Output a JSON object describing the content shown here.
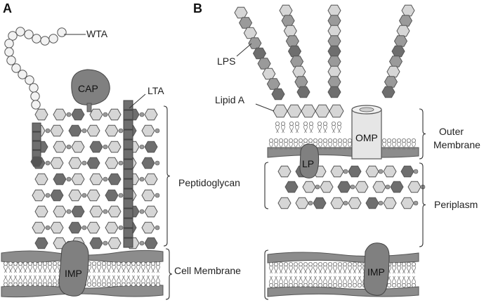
{
  "panels": {
    "a": "A",
    "b": "B"
  },
  "labels": {
    "wta": "WTA",
    "cap": "CAP",
    "lta": "LTA",
    "peptidoglycan": "Peptidoglycan",
    "cell_membrane": "Cell Membrane",
    "imp": "IMP",
    "lps": "LPS",
    "lipid_a": "Lipid A",
    "omp": "OMP",
    "lp": "LP",
    "outer_membrane_1": "Outer",
    "outer_membrane_2": "Membrane",
    "periplasm": "Periplasm"
  },
  "colors": {
    "hex_light": "#d6d6d6",
    "hex_mid": "#9a9a9a",
    "hex_dark": "#6e6e6e",
    "stroke": "#555555",
    "membrane": "#8c8c8c",
    "protein": "#808080",
    "bead": "#f2f2f2"
  }
}
